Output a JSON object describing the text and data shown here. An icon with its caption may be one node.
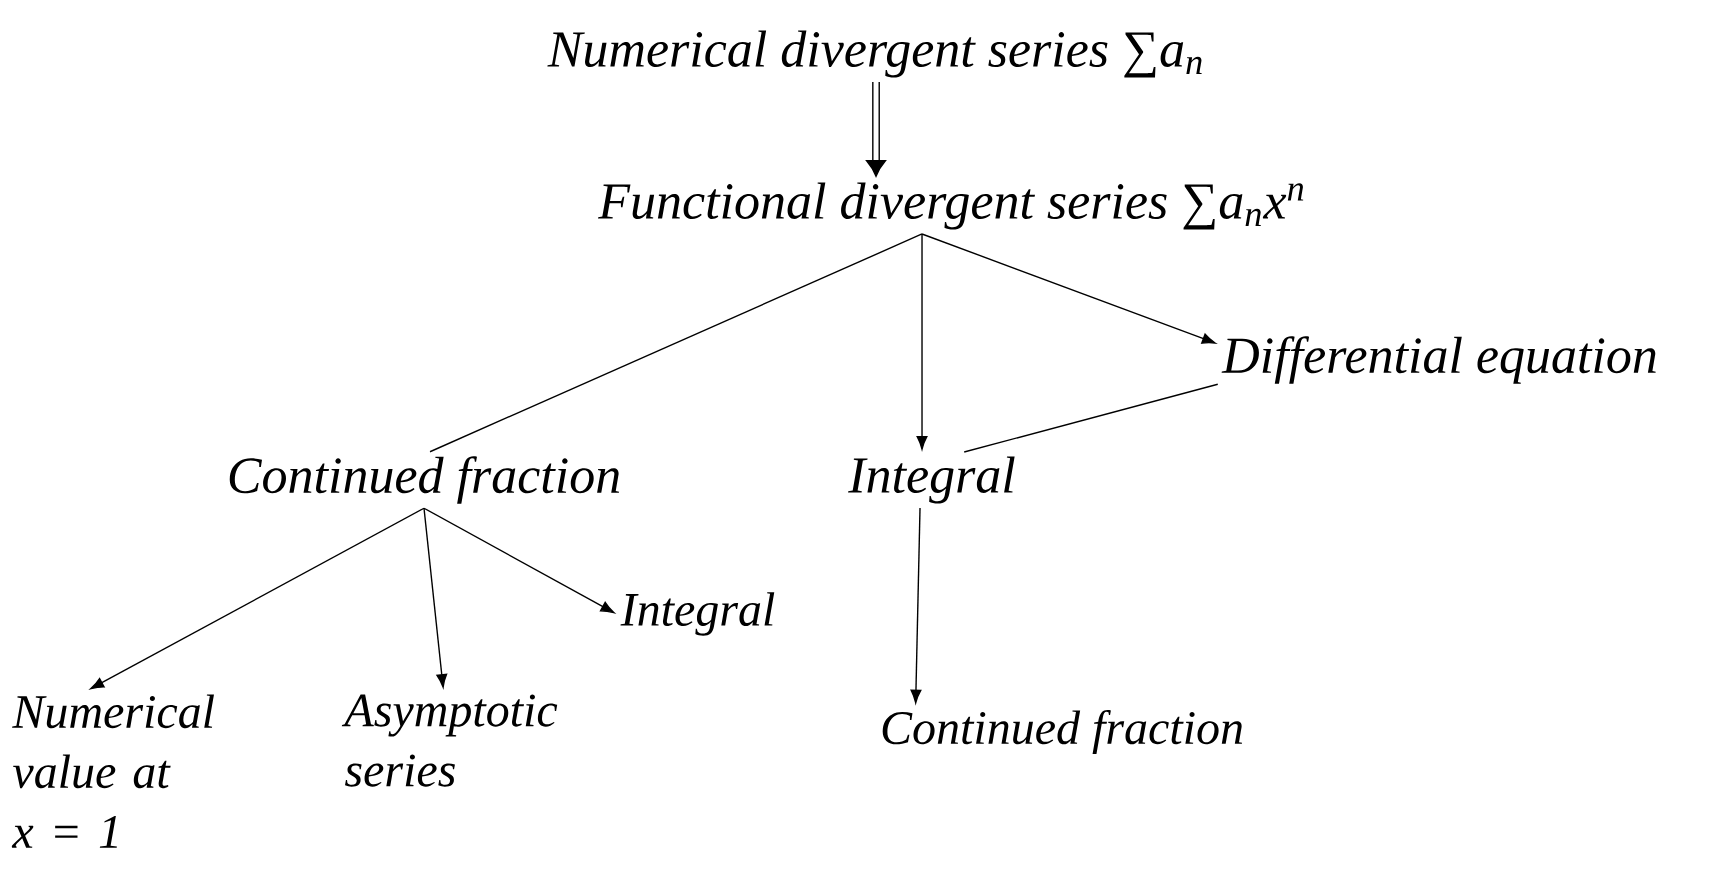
{
  "diagram": {
    "nodes": [
      {
        "text": [
          "Numerical divergent series ∑a$_{n}$"
        ]
      },
      {
        "text": [
          "Functional divergent series ∑a$_{n}$x$^{n}$"
        ]
      },
      {
        "text": [
          "Continued fraction"
        ]
      },
      {
        "text": [
          "Integral"
        ]
      },
      {
        "text": [
          "Differential equation"
        ]
      },
      {
        "text": [
          "Integral"
        ]
      },
      {
        "text": [
          "Numerical value at x = 1"
        ]
      },
      {
        "text": [
          "Asymptotic series"
        ]
      },
      {
        "text": [
          "Continued fraction"
        ]
      }
    ],
    "edges": [
      {
        "from": 0,
        "to": 1,
        "arrow": "to",
        "style": "thick"
      },
      {
        "from": 1,
        "to": 2,
        "arrow": "none"
      },
      {
        "from": 1,
        "to": 3,
        "arrow": "to"
      },
      {
        "from": 1,
        "to": 4,
        "arrow": "to"
      },
      {
        "from": 4,
        "to": 3,
        "arrow": "none"
      },
      {
        "from": 2,
        "to": 6,
        "arrow": "to"
      },
      {
        "from": 2,
        "to": 7,
        "arrow": "to"
      },
      {
        "from": 2,
        "to": 5,
        "arrow": "to"
      },
      {
        "from": 3,
        "to": 8,
        "arrow": "to"
      }
    ]
  }
}
